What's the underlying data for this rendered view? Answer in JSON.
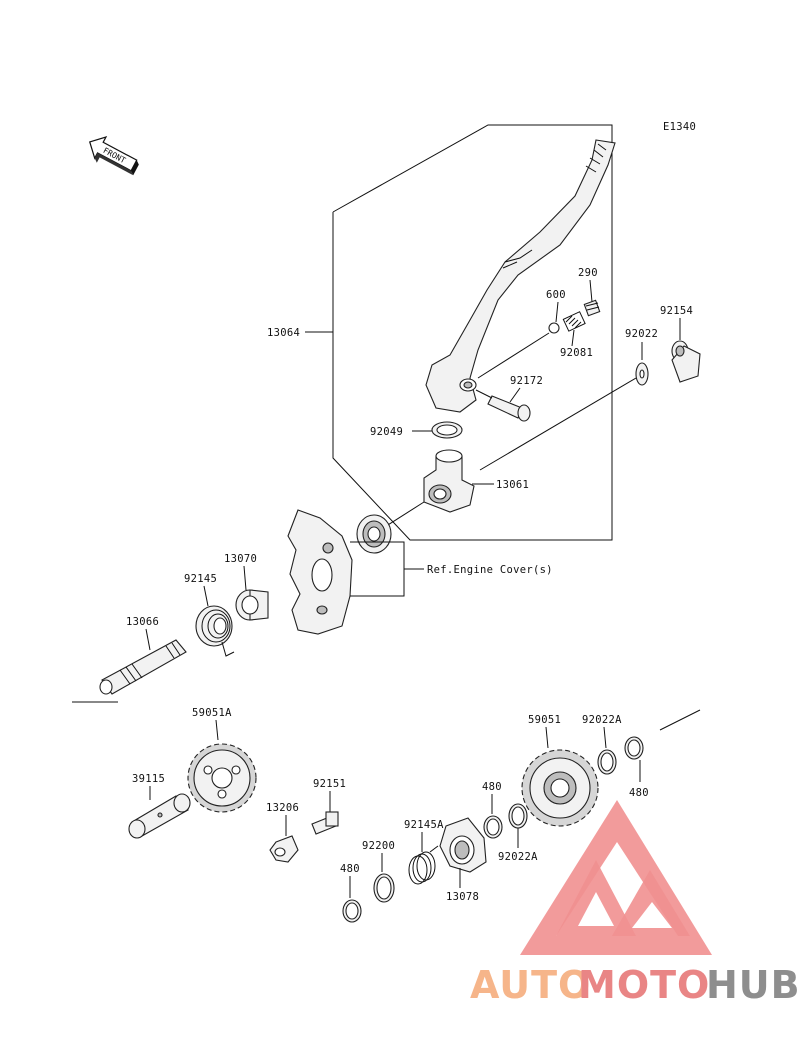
{
  "diagram_code": "E1340",
  "front_label": "FRONT",
  "ref_note": "Ref.Engine Cover(s)",
  "callouts": {
    "p13064": "13064",
    "p290": "290",
    "p600": "600",
    "p92154": "92154",
    "p92022_top": "92022",
    "p92081": "92081",
    "p92172": "92172",
    "p92049": "92049",
    "p13061": "13061",
    "p13070": "13070",
    "p92145": "92145",
    "p13066": "13066",
    "p59051A": "59051A",
    "p59051": "59051",
    "p92022A_top": "92022A",
    "p39115": "39115",
    "p92151": "92151",
    "p480_right": "480",
    "p480_mid": "480",
    "p13206": "13206",
    "p92145A": "92145A",
    "p92200": "92200",
    "p92022A_mid": "92022A",
    "p480_left": "480",
    "p13078": "13078"
  },
  "watermark": {
    "part1": "AUTO",
    "part2": "MOTO",
    "part3": "HUB",
    "color1": "#f6b58a",
    "color2": "#e98585",
    "color3": "#8e8e8e",
    "logo_color": "#f08080"
  }
}
